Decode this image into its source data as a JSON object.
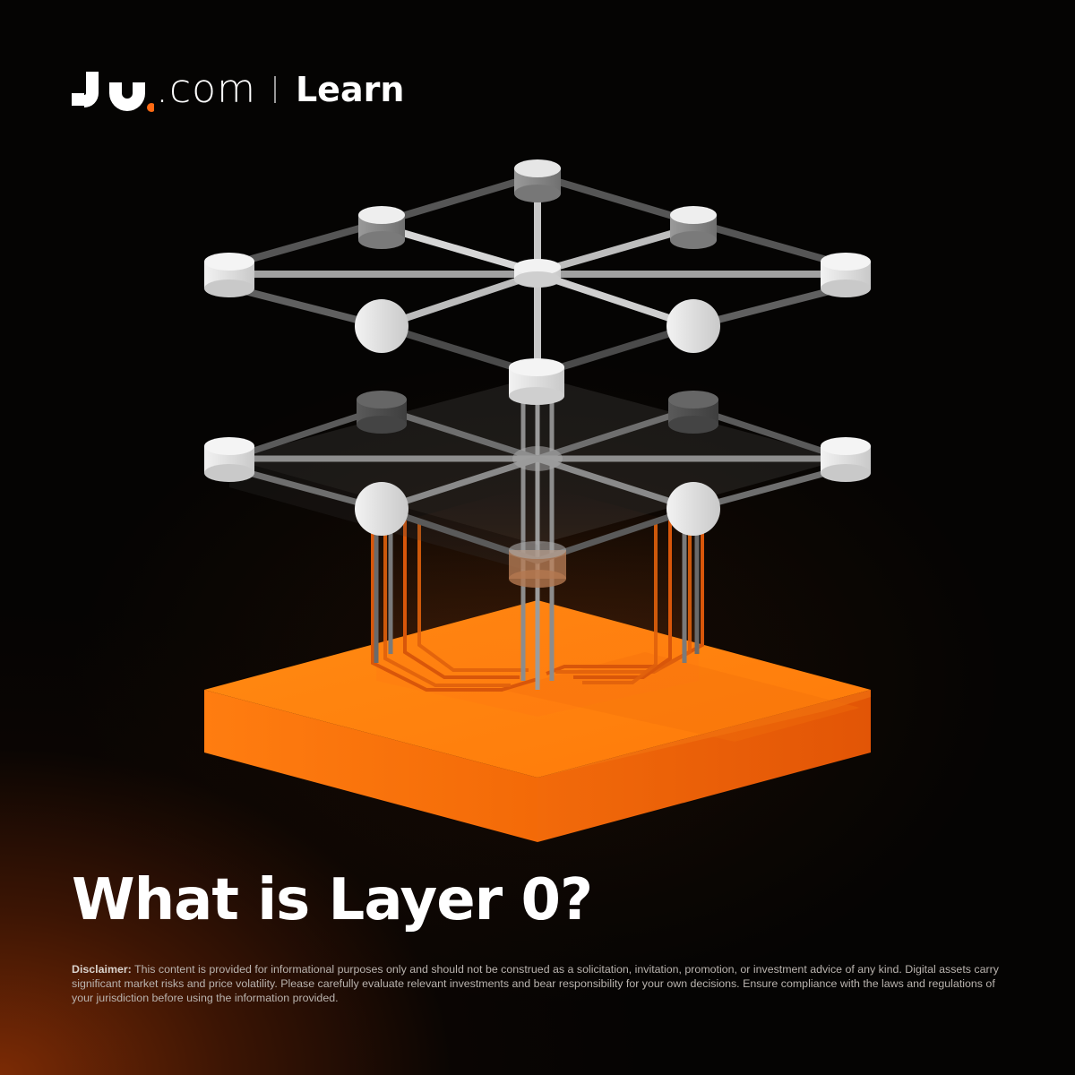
{
  "brand": {
    "logo_mark": "ju-logo-mark",
    "domain_suffix": ".com",
    "section": "Learn",
    "accent_color": "#FF6A13"
  },
  "article": {
    "title": "What is Layer 0?"
  },
  "illustration": {
    "description": "Isometric diagram: two stacked network layers of white cylinder nodes connected by gray links, with vertical connectors descending into an orange base slab",
    "base_color": "#FF7A0F",
    "node_color": "#E8E8E8",
    "link_color": "#8A8A8A"
  },
  "disclaimer": {
    "label": "Disclaimer:",
    "text": " This content is provided for informational purposes only and should not be construed as a solicitation, invitation, promotion, or investment advice of any kind. Digital assets carry significant market risks and price volatility. Please carefully evaluate relevant investments and bear responsibility for your own decisions. Ensure compliance with the laws and regulations of your jurisdiction before using the information provided."
  }
}
